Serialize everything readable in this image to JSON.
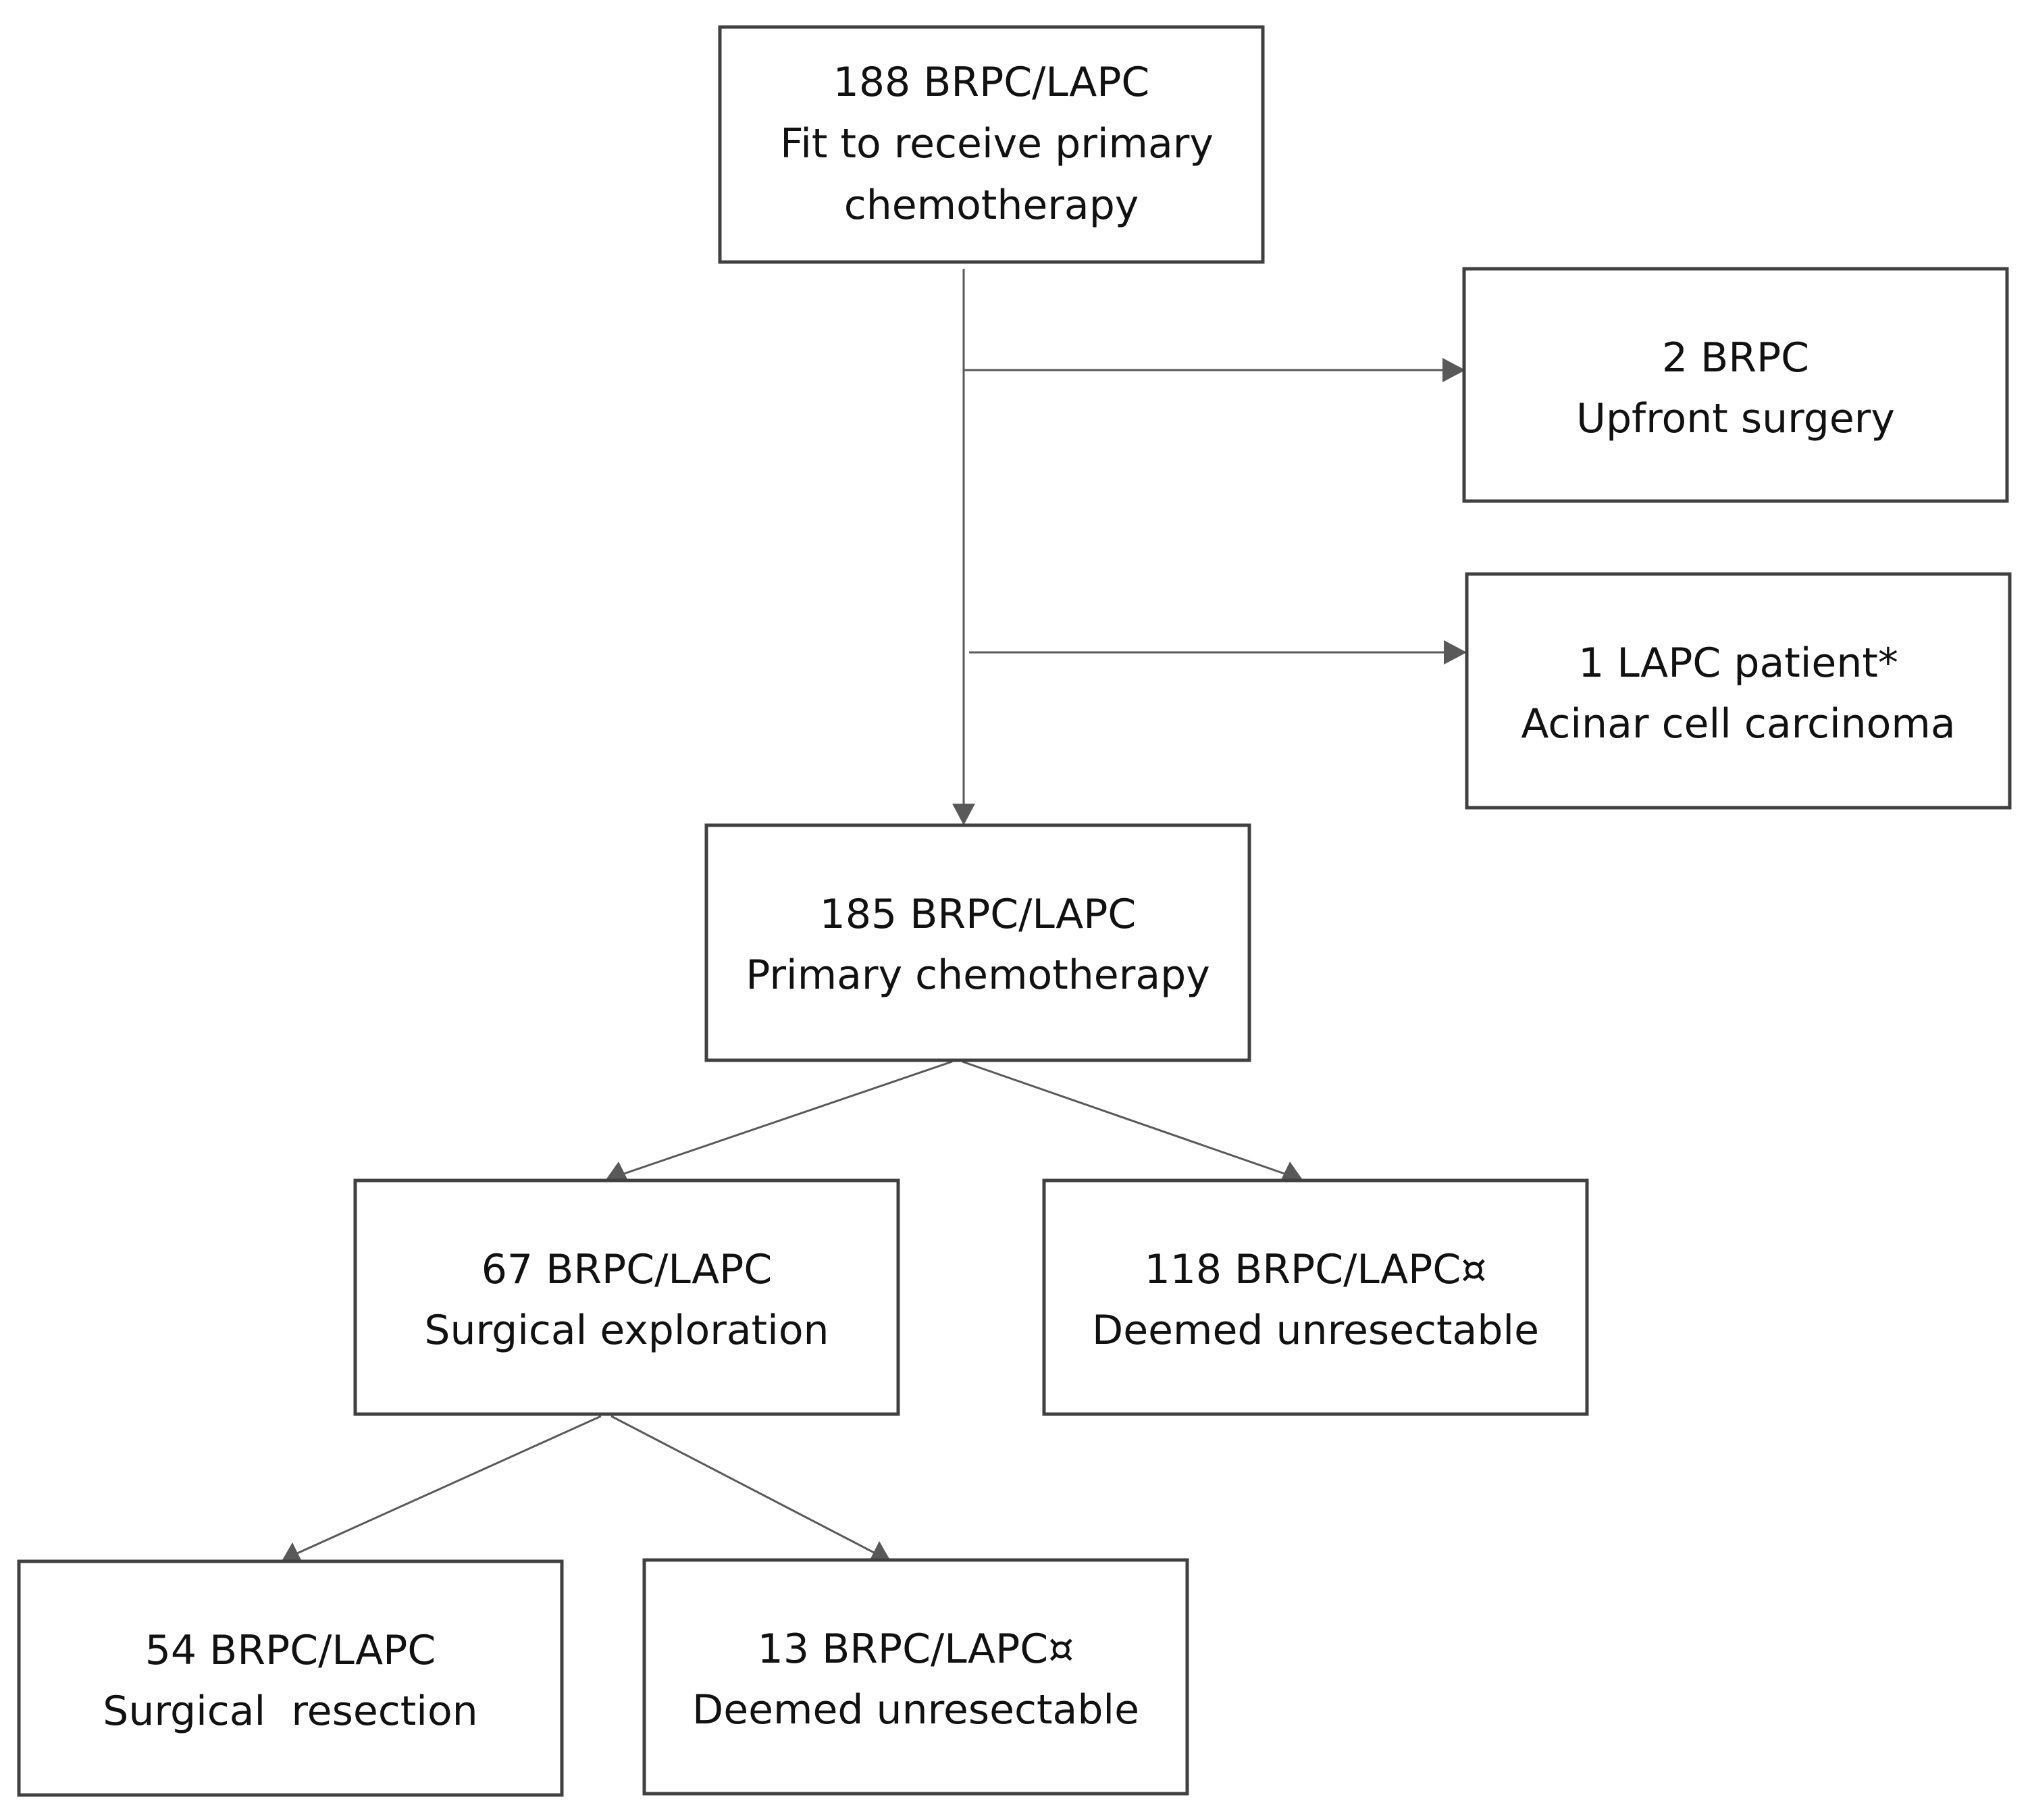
{
  "boxes": {
    "fit": {
      "line1": "188 BRPC/LAPC",
      "line2": "Fit to receive primary",
      "line3": "chemotherapy"
    },
    "upfront": {
      "line1": "2 BRPC",
      "line2": "Upfront surgery"
    },
    "acinar": {
      "line1": "1 LAPC patient*",
      "line2": "Acinar cell carcinoma"
    },
    "primary": {
      "line1": "185 BRPC/LAPC",
      "line2": "Primary chemotherapy"
    },
    "exploration": {
      "line1": "67 BRPC/LAPC",
      "line2": "Surgical exploration"
    },
    "unresectable_118": {
      "line1": "118 BRPC/LAPC¤",
      "line2": "Deemed unresectable"
    },
    "resection": {
      "line1": "54 BRPC/LAPC",
      "line2": "Surgical  resection"
    },
    "unresectable_13": {
      "line1": "13 BRPC/LAPC¤",
      "line2": "Deemed unresectable"
    }
  },
  "colors": {
    "border": "#404040",
    "connector": "#595959",
    "text": "#111111"
  }
}
